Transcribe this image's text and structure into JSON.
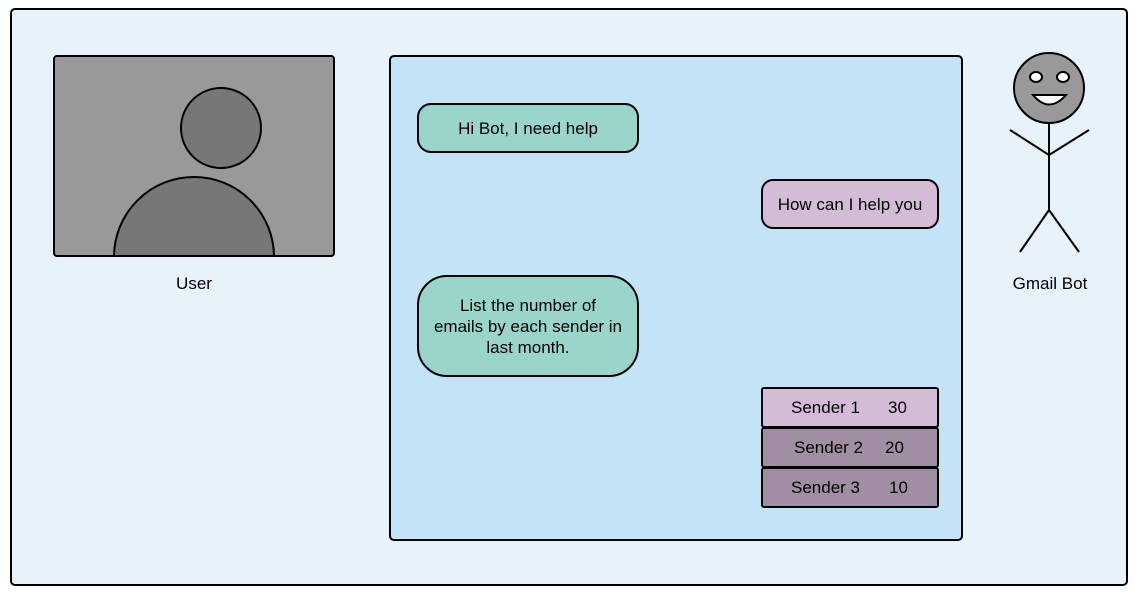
{
  "user": {
    "caption": "User"
  },
  "bot": {
    "caption": "Gmail Bot"
  },
  "messages": [
    {
      "from": "user",
      "text": "Hi Bot, I need help"
    },
    {
      "from": "bot",
      "text": "How can I help you"
    },
    {
      "from": "user",
      "lines": [
        "List the number of",
        "emails by each sender in",
        "last month."
      ]
    }
  ],
  "results": [
    {
      "sender": "Sender 1",
      "count": "30"
    },
    {
      "sender": "Sender 2",
      "count": "20"
    },
    {
      "sender": "Sender 3",
      "count": "10"
    }
  ],
  "colors": {
    "frame_bg": "#e8f2fb",
    "chat_bg": "#c3e3f6",
    "user_bubble": "#99d5ca",
    "bot_bubble": "#d3bdd6",
    "result_dark": "#a08fa2",
    "avatar_bg": "#999999",
    "avatar_fg": "#777777"
  },
  "icons": [
    "user-avatar-icon",
    "stick-figure-bot-icon"
  ]
}
